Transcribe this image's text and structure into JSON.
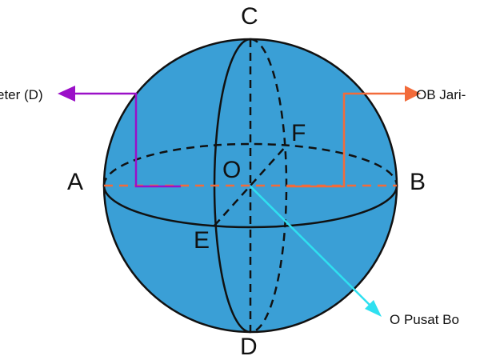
{
  "points": {
    "A": "A",
    "B": "B",
    "C": "C",
    "D": "D",
    "E": "E",
    "F": "F",
    "O": "O"
  },
  "callouts": {
    "diameter": "eter (D)",
    "radius": "OB Jari-",
    "center": "O Pusat Bo"
  },
  "colors": {
    "sphere_fill": "#3a9fd6",
    "outline": "#111111",
    "diameter_arrow": "#9b10c8",
    "radius_arrow": "#f26b3a",
    "center_arrow": "#2fe0f0"
  }
}
